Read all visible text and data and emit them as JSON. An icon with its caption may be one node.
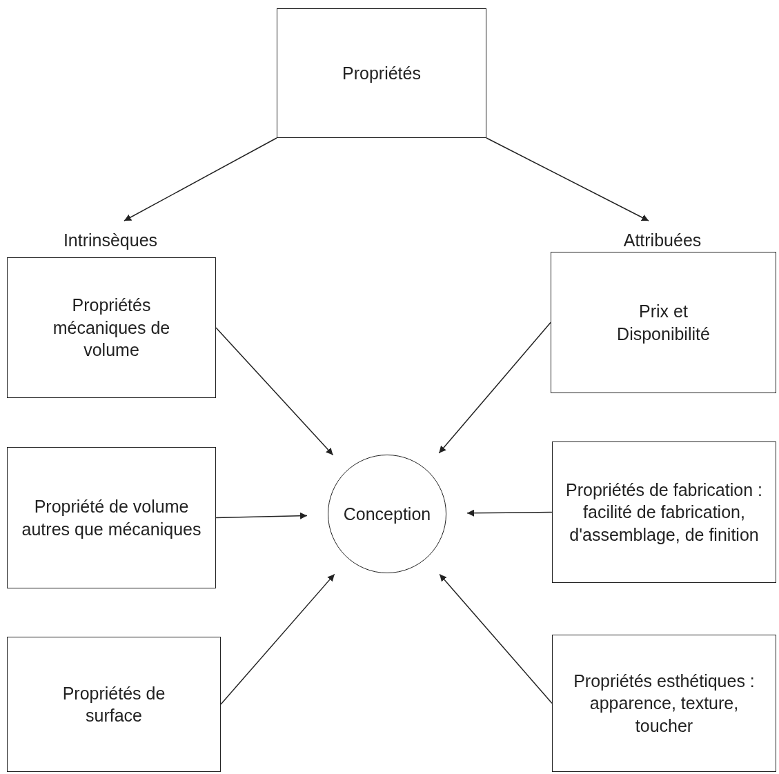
{
  "diagram": {
    "nodes": [
      {
        "text": [
          "Propriétés"
        ]
      },
      {
        "text": [
          "Intrinsèques"
        ]
      },
      {
        "text": [
          "Attribuées"
        ]
      },
      {
        "text": [
          "Propriétés mécaniques de volume"
        ]
      },
      {
        "text": [
          "Prix et Disponibilité"
        ]
      },
      {
        "text": [
          "Propriété de volume autres que mécaniques"
        ]
      },
      {
        "text": [
          "Conception"
        ]
      },
      {
        "text": [
          "Propriétés de fabrication : facilité de fabrication, d'assemblage, de finition"
        ]
      },
      {
        "text": [
          "Propriétés de surface"
        ]
      },
      {
        "text": [
          "Propriétés esthétiques : apparence, texture, toucher"
        ]
      }
    ],
    "edges": [
      {
        "from": 0,
        "to": 1,
        "arrow": "to"
      },
      {
        "from": 0,
        "to": 2,
        "arrow": "to"
      },
      {
        "from": 3,
        "to": 6,
        "arrow": "to"
      },
      {
        "from": 4,
        "to": 6,
        "arrow": "to"
      },
      {
        "from": 5,
        "to": 6,
        "arrow": "to"
      },
      {
        "from": 7,
        "to": 6,
        "arrow": "to"
      },
      {
        "from": 8,
        "to": 6,
        "arrow": "to"
      },
      {
        "from": 9,
        "to": 6,
        "arrow": "to"
      }
    ]
  }
}
